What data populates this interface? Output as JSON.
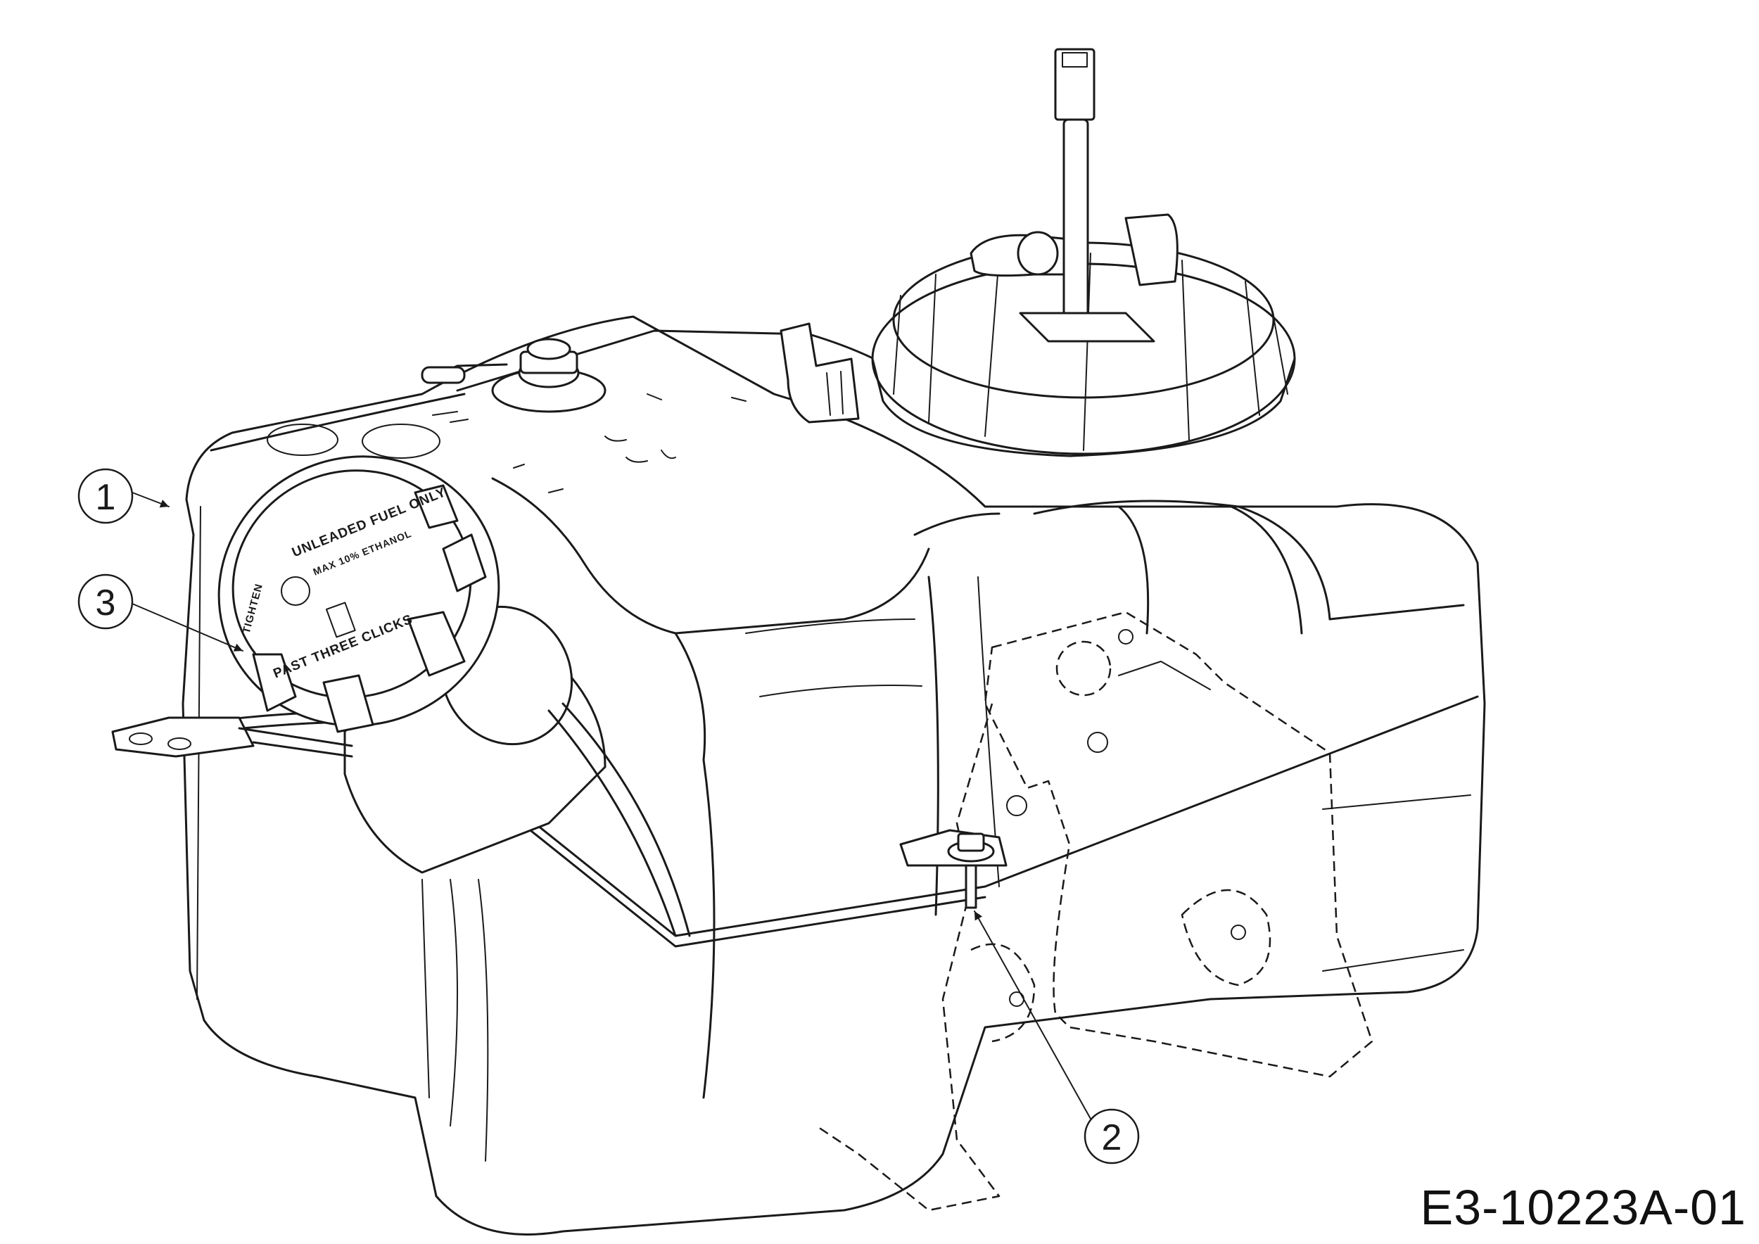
{
  "callouts": [
    {
      "number": "1",
      "part": "fuel-tank"
    },
    {
      "number": "2",
      "part": "mounting-bolt"
    },
    {
      "number": "3",
      "part": "fuel-cap"
    }
  ],
  "fuel_cap_labels": {
    "line1": "UNLEADED FUEL ONLY",
    "line2": "MAX 10% ETHANOL",
    "line3": "PAST THREE CLICKS",
    "line4": "TIGHTEN"
  },
  "drawing_code": "E3-10223A-01",
  "colors": {
    "line": "#1a1a1a",
    "background": "#ffffff"
  }
}
